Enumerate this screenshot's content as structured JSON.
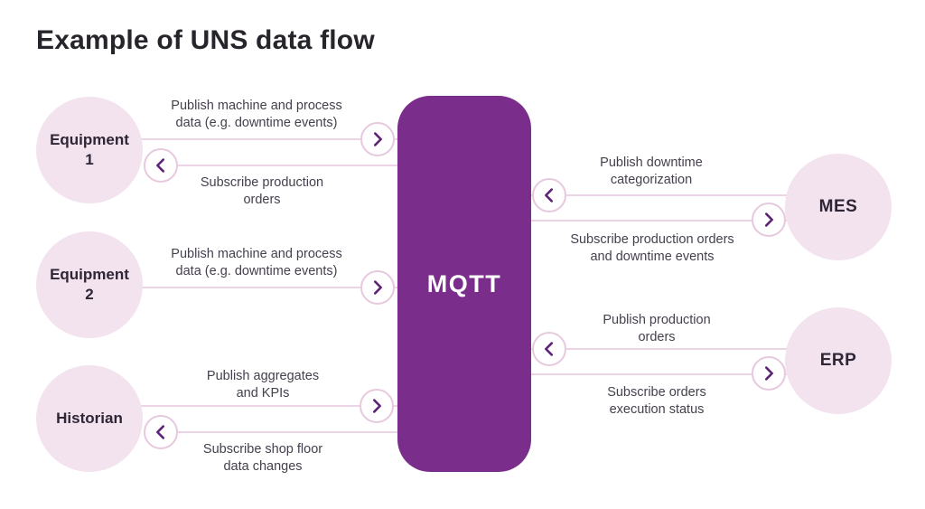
{
  "title": "Example of UNS data flow",
  "hub": {
    "label": "MQTT"
  },
  "nodes": {
    "equipment1": {
      "label": "Equipment\n1"
    },
    "equipment2": {
      "label": "Equipment\n2"
    },
    "historian": {
      "label": "Historian"
    },
    "mes": {
      "label": "MES"
    },
    "erp": {
      "label": "ERP"
    }
  },
  "flows": {
    "equipment1_publish": {
      "label": "Publish machine and process\ndata  (e.g. downtime events)",
      "direction": "to-hub"
    },
    "equipment1_subscribe": {
      "label": "Subscribe production\norders",
      "direction": "from-hub"
    },
    "equipment2_publish": {
      "label": "Publish machine and process\ndata (e.g. downtime events)",
      "direction": "to-hub"
    },
    "historian_publish": {
      "label": "Publish aggregates\nand KPIs",
      "direction": "to-hub"
    },
    "historian_subscribe": {
      "label": "Subscribe shop floor\ndata changes",
      "direction": "from-hub"
    },
    "mes_publish": {
      "label": "Publish downtime\ncategorization",
      "direction": "to-hub"
    },
    "mes_subscribe": {
      "label": "Subscribe production orders\nand downtime events",
      "direction": "from-hub"
    },
    "erp_publish": {
      "label": "Publish production\norders",
      "direction": "to-hub"
    },
    "erp_subscribe": {
      "label": "Subscribe orders\nexecution status",
      "direction": "from-hub"
    }
  },
  "colors": {
    "hub_fill": "#7b2d8c",
    "node_fill": "#f2e3ef",
    "connector_line": "#ecd4e6",
    "badge_border": "#e7c9de",
    "chevron": "#5e2179",
    "label_text": "#46404e",
    "title_text": "#27242b",
    "hub_text": "#ffffff"
  }
}
